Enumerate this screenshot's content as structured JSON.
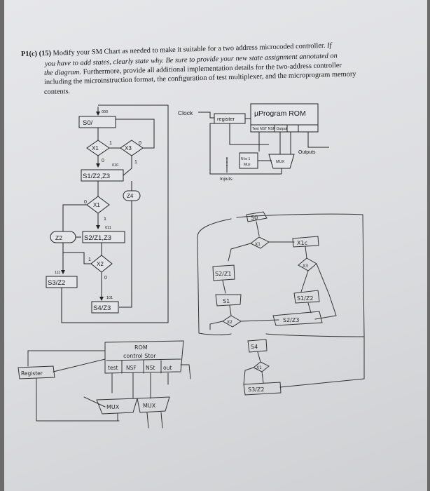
{
  "problem": {
    "label": "P1(c)",
    "points": "(15)",
    "line1_a": "Modify your SM Chart as needed to make it suitable for a two address microcoded controller.",
    "line1_b": "If",
    "line2": "you have to add states, clearly state why. Be sure to provide your new state assignment annotated on",
    "line3_a": "the diagram.",
    "line3_b": "Furthermore, provide all additional implementation details for the two-address controller",
    "line4": "including the microinstruction format, the configuration of test multiplexer, and the microprogram memory",
    "line5": "contents."
  },
  "sm_chart": {
    "s0_code": "000",
    "s0_label": "S0/",
    "x1": "X1",
    "x3": "X3",
    "s1_code": "010",
    "s1_label": "S1/Z2,Z3",
    "z4": "Z4",
    "x1b": "X1",
    "s2_code": "011",
    "z2": "Z2",
    "s2_label": "S2/Z1,Z3",
    "x2": "X2",
    "s3_code": "111",
    "s3_label": "S3/Z2",
    "s4_code": "101",
    "s4_label": "S4/Z3",
    "one": "1",
    "zero": "0"
  },
  "block_diagram": {
    "clock": "Clock",
    "register": "register",
    "rom_title": "µProgram ROM",
    "rom_fields": "Test NST NSF Output",
    "outputs": "Outputs",
    "mux_n": "N to 1",
    "mux_n2": "Mux",
    "mux": "MUX",
    "inputs": "Inputs"
  },
  "handwriting": {
    "s0": "S0",
    "x1": "X1",
    "x1c": "X1c",
    "s2zl": "S2/Z1",
    "x3": "X3",
    "s1": "S1",
    "s1z2": "S1/Z2",
    "x2": "X2",
    "s4": "S4",
    "s2z3": "S2/Z3",
    "s3z2": "S3/Z2",
    "rom": "ROM",
    "control_stor": "control Stor",
    "fields": [
      "test",
      "NSF",
      "NSt",
      "out"
    ],
    "register": "Register",
    "mux": "MUX"
  }
}
